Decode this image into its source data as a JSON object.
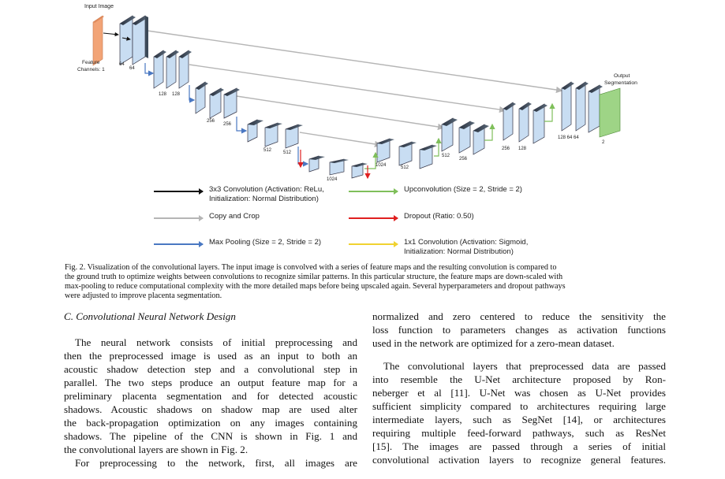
{
  "figure": {
    "input_label": "Input Image",
    "feature_channels_label": "Feature\nChannels: 1",
    "output_label": "Output\nSegmentation",
    "channel_labels": [
      {
        "id": "c64a",
        "text": "64"
      },
      {
        "id": "c64b",
        "text": "64"
      },
      {
        "id": "c128a",
        "text": "128"
      },
      {
        "id": "c128b",
        "text": "128"
      },
      {
        "id": "c256a",
        "text": "256"
      },
      {
        "id": "c256b",
        "text": "256"
      },
      {
        "id": "c512a",
        "text": "512"
      },
      {
        "id": "c512b",
        "text": "512"
      },
      {
        "id": "c1024a",
        "text": "1024"
      },
      {
        "id": "c1024b",
        "text": "1024"
      },
      {
        "id": "c512c",
        "text": "512"
      },
      {
        "id": "c512d",
        "text": "512"
      },
      {
        "id": "c256c",
        "text": "256"
      },
      {
        "id": "c256d",
        "text": "256"
      },
      {
        "id": "c128c",
        "text": "128"
      },
      {
        "id": "c12864",
        "text": "128 64 64"
      },
      {
        "id": "c2",
        "text": "2"
      }
    ]
  },
  "legend": {
    "conv": "3x3 Convolution (Activation: ReLu,\nInitialization: Normal Distribution)",
    "copy": "Copy and Crop",
    "pool": "Max Pooling (Size = 2, Stride = 2)",
    "upconv": "Upconvolution (Size = 2, Stride = 2)",
    "dropout": "Dropout (Ratio: 0.50)",
    "conv1x1": "1x1 Convolution (Activation: Sigmoid,\nInitialization: Normal Distribution)",
    "colors": {
      "conv": "#111111",
      "copy": "#b5b5b5",
      "pool": "#4a78c2",
      "upconv": "#7fbf5a",
      "dropout": "#e02020",
      "conv1x1": "#f0d230"
    }
  },
  "caption": [
    "Fig. 2.   Visualization of the convolutional layers. The input image is convolved with a series of feature maps and the resulting convolution is compared to",
    "the ground truth to optimize weights between convolutions to recognize similar patterns. In this particular structure, the feature maps are down-scaled with",
    "max-pooling to reduce computational complexity with the more detailed maps before being upscaled again. Several hyperparameters and dropout pathways",
    "were adjusted to improve placenta segmentation."
  ],
  "left_column": {
    "section_title": "C.  Convolutional Neural Network Design",
    "lines": [
      "The neural network consists of initial preprocessing and",
      "then the preprocessed image is used as an input to both an",
      "acoustic shadow detection step and a convolutional step in",
      "parallel. The two steps produce an output feature map for a",
      "preliminary placenta segmentation and for detected acoustic",
      "shadows. Acoustic shadows on shadow map are used alter",
      "the back-propagation optimization on any images containing",
      "shadows. The pipeline of the CNN is shown in Fig. 1 and",
      "the convolutional layers are shown in Fig. 2.",
      "For preprocessing to the network, first, all images are"
    ]
  },
  "right_column": {
    "lines": [
      "normalized and zero centered to reduce the sensitivity the",
      "loss function to parameters changes as activation functions",
      "used in the network are optimized for a zero-mean dataset.",
      "The convolutional layers that preprocessed data are passed",
      "into resemble the U-Net architecture proposed by Ron-",
      "neberger et al [11]. U-Net was chosen as U-Net provides",
      "sufficient simplicity compared to architectures requiring large",
      "intermediate layers, such as SegNet [14], or architectures",
      "requiring multiple feed-forward pathways, such as ResNet",
      "[15]. The images are passed through a series of initial",
      "convolutional activation layers to recognize general features."
    ]
  }
}
